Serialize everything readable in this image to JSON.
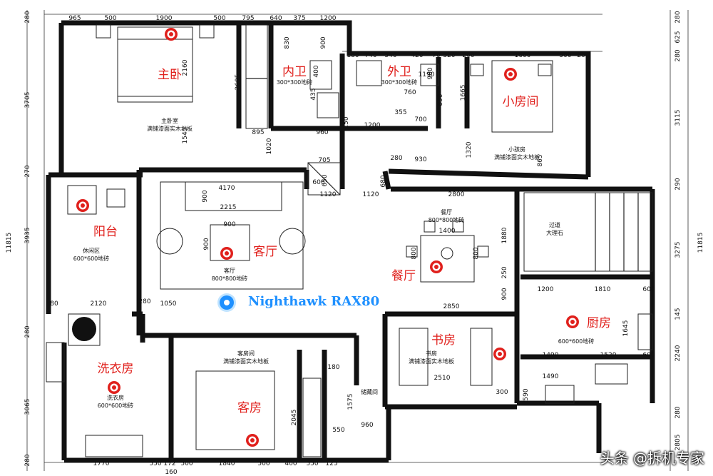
{
  "watermark": "头条 @拆机专家",
  "router": {
    "label": "Nighthawk RAX80",
    "color": "#1e90ff"
  },
  "colors": {
    "marker": "#e0201c",
    "wall": "#111111",
    "router": "#1e90ff"
  },
  "rooms": [
    {
      "id": "master",
      "label": "主卧",
      "note1": "主卧室",
      "note2": "满铺漆面实木地板"
    },
    {
      "id": "inner-bath",
      "label": "内卫",
      "note1": "300*300地砖",
      "note2": ""
    },
    {
      "id": "outer-bath",
      "label": "外卫",
      "note1": "300*300地砖",
      "note2": ""
    },
    {
      "id": "small-room",
      "label": "小房间",
      "note1": "小孩房",
      "note2": "满铺漆面实木地板"
    },
    {
      "id": "balcony",
      "label": "阳台",
      "note1": "休闲区",
      "note2": "600*600地砖"
    },
    {
      "id": "living",
      "label": "客厅",
      "note1": "客厅",
      "note2": "800*800地砖"
    },
    {
      "id": "dining",
      "label": "餐厅",
      "note1": "餐厅",
      "note2": "800*800地砖"
    },
    {
      "id": "corridor",
      "label": "",
      "note1": "过道",
      "note2": "大理石"
    },
    {
      "id": "kitchen",
      "label": "厨房",
      "note1": "",
      "note2": "600*600地砖"
    },
    {
      "id": "study",
      "label": "书房",
      "note1": "书房",
      "note2": "满铺漆面实木地板"
    },
    {
      "id": "guest",
      "label": "客房",
      "note1": "客房间",
      "note2": "满铺漆面实木地板"
    },
    {
      "id": "laundry",
      "label": "洗衣房",
      "note1": "洗衣房",
      "note2": "600*600地砖"
    },
    {
      "id": "storage",
      "label": "",
      "note1": "储藏间",
      "note2": ""
    }
  ],
  "dims": {
    "top": [
      "965",
      "500",
      "1900",
      "500",
      "795",
      "640",
      "375",
      "1200"
    ],
    "top2": [
      "180",
      "740",
      "540",
      "420",
      "70",
      "520",
      "200",
      "1600",
      "500",
      "200"
    ],
    "bottom": [
      "1770",
      "550",
      "172",
      "500",
      "1840",
      "500",
      "400",
      "550",
      "125",
      "160"
    ],
    "left": [
      "280",
      "3705",
      "270",
      "3935",
      "280",
      "3065",
      "280"
    ],
    "left_total": "11815",
    "right": [
      "280",
      "625",
      "280",
      "3115",
      "290",
      "3275",
      "145",
      "2240",
      "280",
      "2805"
    ],
    "right_total": "11815",
    "inner": [
      "2160",
      "1545",
      "2605",
      "1020",
      "895",
      "960",
      "150",
      "1200",
      "355",
      "700",
      "760",
      "900",
      "850",
      "1665",
      "1320",
      "865",
      "930",
      "280",
      "680",
      "1120",
      "1120",
      "2800",
      "4170",
      "900",
      "2215",
      "900",
      "900",
      "1400",
      "800",
      "800",
      "1880",
      "250",
      "900",
      "2850",
      "1200",
      "1810",
      "600",
      "1645",
      "600",
      "1490",
      "1520",
      "1490",
      "2120",
      "80",
      "1050",
      "280",
      "1180",
      "2510",
      "590",
      "300",
      "1575",
      "960",
      "550",
      "2045",
      "705",
      "650",
      "600",
      "435",
      "400",
      "900",
      "830",
      "1190"
    ]
  }
}
